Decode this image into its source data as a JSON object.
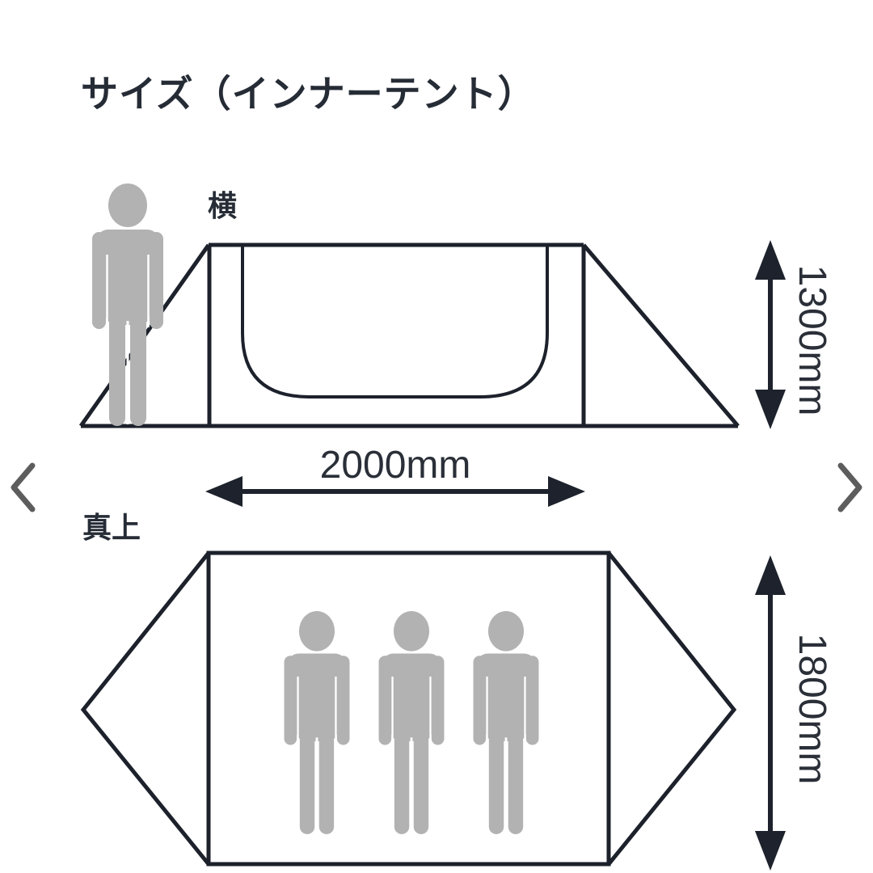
{
  "title": "サイズ（インナーテント）",
  "carousel": {
    "prev_icon": "chevron-left",
    "next_icon": "chevron-right"
  },
  "side_view": {
    "label": "横",
    "width_label": "2000mm",
    "height_label": "1300mm",
    "person_count": 1
  },
  "top_view": {
    "label": "真上",
    "depth_label": "1800mm",
    "person_count": 3
  },
  "colors": {
    "background": "#ffffff",
    "line": "#1c212b",
    "figure": "#b2b2b2",
    "text": "#262c36",
    "chevron": "#5d5d5d"
  }
}
